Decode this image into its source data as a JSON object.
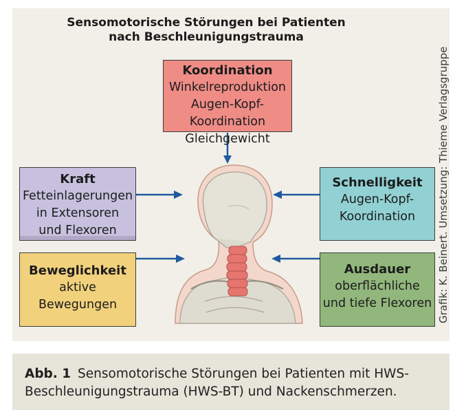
{
  "figure": {
    "title_line1": "Sensomotorische Störungen bei Patienten",
    "title_line2": "nach Beschleunigungstrauma",
    "credit": "Grafik: K. Beinert. Umsetzung: Thieme Verlagsgruppe"
  },
  "boxes": {
    "koordination": {
      "heading": "Koordination",
      "body": "Winkelreproduktion\nAugen-Kopf-Koordination\nGleichgewicht",
      "color": "#ef8c86"
    },
    "kraft": {
      "heading": "Kraft",
      "body": "Fetteinlagerungen\nin Extensoren\nund Flexoren",
      "color": "#c7c1df"
    },
    "beweglichkeit": {
      "heading": "Beweglichkeit",
      "body": "aktive\nBewegungen",
      "color": "#f1d17c"
    },
    "schnelligkeit": {
      "heading": "Schnelligkeit",
      "body": "Augen-Kopf-\nKoordination",
      "color": "#92d1d3"
    },
    "ausdauer": {
      "heading": "Ausdauer",
      "body": "oberflächliche\nund tiefe Flexoren",
      "color": "#92b77c"
    }
  },
  "caption": {
    "label": "Abb. 1",
    "text": "Sensomotorische Störungen bei Patienten mit HWS-Beschleunigungstrauma (HWS-BT) und Nackenschmerzen."
  },
  "colors": {
    "arrow": "#1f5a9e",
    "background": "#f1efe8",
    "caption_bg": "#e7e4d9"
  },
  "icons": [
    "arrow-down-icon",
    "arrow-right-icon",
    "arrow-left-icon",
    "head-neck-illustration"
  ]
}
